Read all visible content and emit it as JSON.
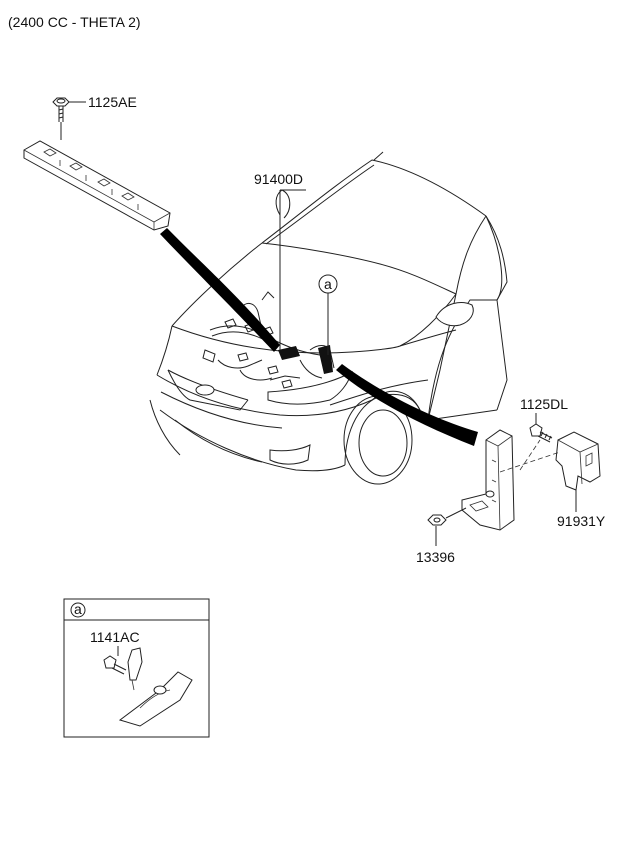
{
  "header": {
    "variant": "(2400 CC - THETA 2)"
  },
  "parts": {
    "p1125AE": "1125AE",
    "p91400D": "91400D",
    "p1125DL": "1125DL",
    "p91931Y": "91931Y",
    "p13396": "13396",
    "p1141AC": "1141AC"
  },
  "callouts": {
    "a_main": "a",
    "a_detail": "a"
  }
}
